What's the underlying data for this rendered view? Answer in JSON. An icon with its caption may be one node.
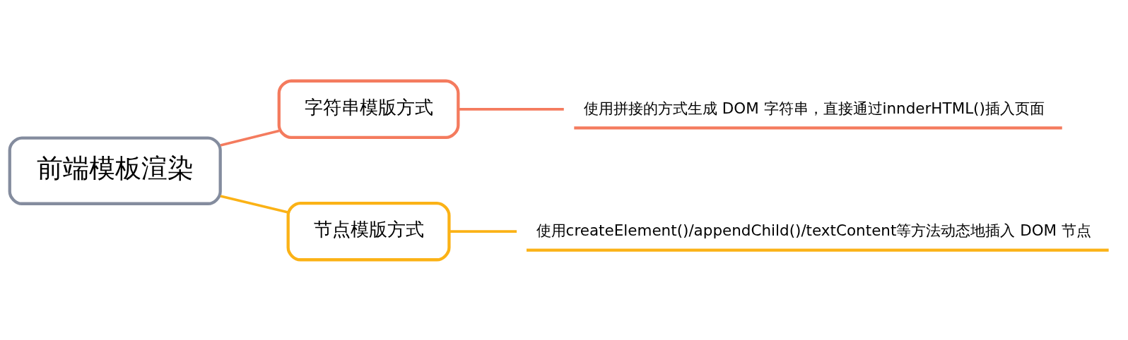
{
  "diagram": {
    "nodes": [
      {
        "text": [
          "前端模板渲染"
        ]
      },
      {
        "text": [
          "字符串模版方式"
        ]
      },
      {
        "text": [
          "节点模版方式"
        ]
      },
      {
        "text": [
          "使用拼接的方式生成 DOM 字符串，直接通过innderHTML()插入页面"
        ]
      },
      {
        "text": [
          "使用createElement()/appendChild()/textContent等方法动态地插入 DOM 节点"
        ]
      }
    ],
    "edges": [
      {
        "from": 0,
        "to": 1,
        "arrow": "none",
        "color": "#f47b5e"
      },
      {
        "from": 0,
        "to": 2,
        "arrow": "none",
        "color": "#fbb216"
      },
      {
        "from": 1,
        "to": 3,
        "arrow": "none",
        "color": "#f47b5e"
      },
      {
        "from": 2,
        "to": 4,
        "arrow": "none",
        "color": "#fbb216"
      }
    ]
  }
}
